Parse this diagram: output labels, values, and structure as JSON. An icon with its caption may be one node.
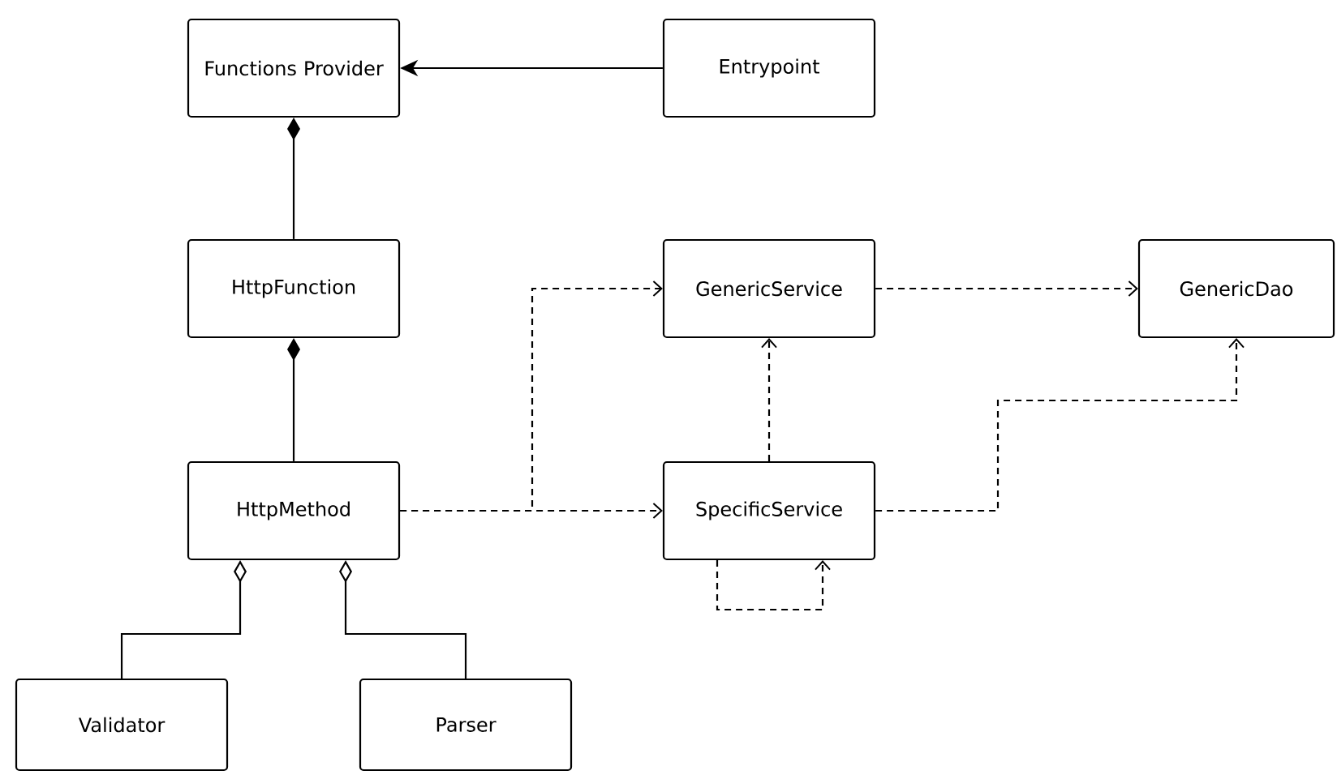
{
  "diagram": {
    "nodes": [
      {
        "text": [
          "Functions Provider"
        ]
      },
      {
        "text": [
          "Entrypoint"
        ]
      },
      {
        "text": [
          "HttpFunction"
        ]
      },
      {
        "text": [
          "GenericService"
        ]
      },
      {
        "text": [
          "GenericDao"
        ]
      },
      {
        "text": [
          "HttpMethod"
        ]
      },
      {
        "text": [
          "SpecificService"
        ]
      },
      {
        "text": [
          "Validator"
        ]
      },
      {
        "text": [
          "Parser"
        ]
      }
    ],
    "edges": [
      {
        "from": 1,
        "to": 0,
        "arrow": "to"
      },
      {
        "from": 2,
        "to": 0,
        "arrow": "other"
      },
      {
        "from": 5,
        "to": 2,
        "arrow": "other"
      },
      {
        "from": 5,
        "to": 3,
        "arrow": "to",
        "style": "dashed"
      },
      {
        "from": 5,
        "to": 6,
        "arrow": "to",
        "style": "dashed"
      },
      {
        "from": 3,
        "to": 4,
        "arrow": "to",
        "style": "dashed"
      },
      {
        "from": 6,
        "to": 3,
        "arrow": "to",
        "style": "dashed"
      },
      {
        "from": 6,
        "to": 4,
        "arrow": "to",
        "style": "dashed"
      },
      {
        "from": 6,
        "to": 6,
        "arrow": "to",
        "style": "dashed"
      },
      {
        "from": 7,
        "to": 5,
        "arrow": "other"
      },
      {
        "from": 8,
        "to": 5,
        "arrow": "other"
      }
    ]
  }
}
